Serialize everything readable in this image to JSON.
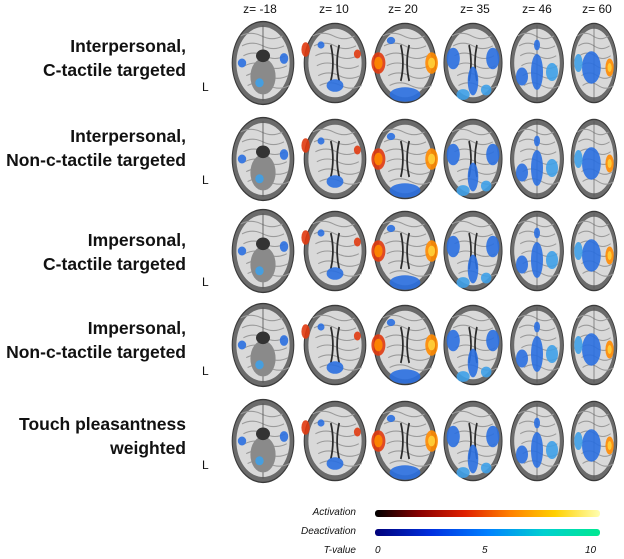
{
  "slices": [
    "z= -18",
    "z= 10",
    "z= 20",
    "z= 35",
    "z= 46",
    "z= 60"
  ],
  "rows": [
    {
      "line1": "Interpersonal,",
      "line2": "C-tactile targeted",
      "side": "L"
    },
    {
      "line1": "Interpersonal,",
      "line2": "Non-c-tactile targeted",
      "side": "L"
    },
    {
      "line1": "Impersonal,",
      "line2": "C-tactile targeted",
      "side": "L"
    },
    {
      "line1": "Impersonal,",
      "line2": "Non-c-tactile targeted",
      "side": "L"
    },
    {
      "line1": "Touch pleasantness",
      "line2": "weighted",
      "side": "L"
    }
  ],
  "legend": {
    "activation_label": "Activation",
    "deactivation_label": "Deactivation",
    "tvalue_label": "T-value",
    "ticks": [
      "0",
      "5",
      "10"
    ],
    "activation_colors": [
      "#000000",
      "#8a0000",
      "#e02000",
      "#ff8000",
      "#ffd000",
      "#ffffb0"
    ],
    "deactivation_colors": [
      "#00007a",
      "#0030e0",
      "#0080ff",
      "#00d0d0",
      "#00e890"
    ]
  }
}
